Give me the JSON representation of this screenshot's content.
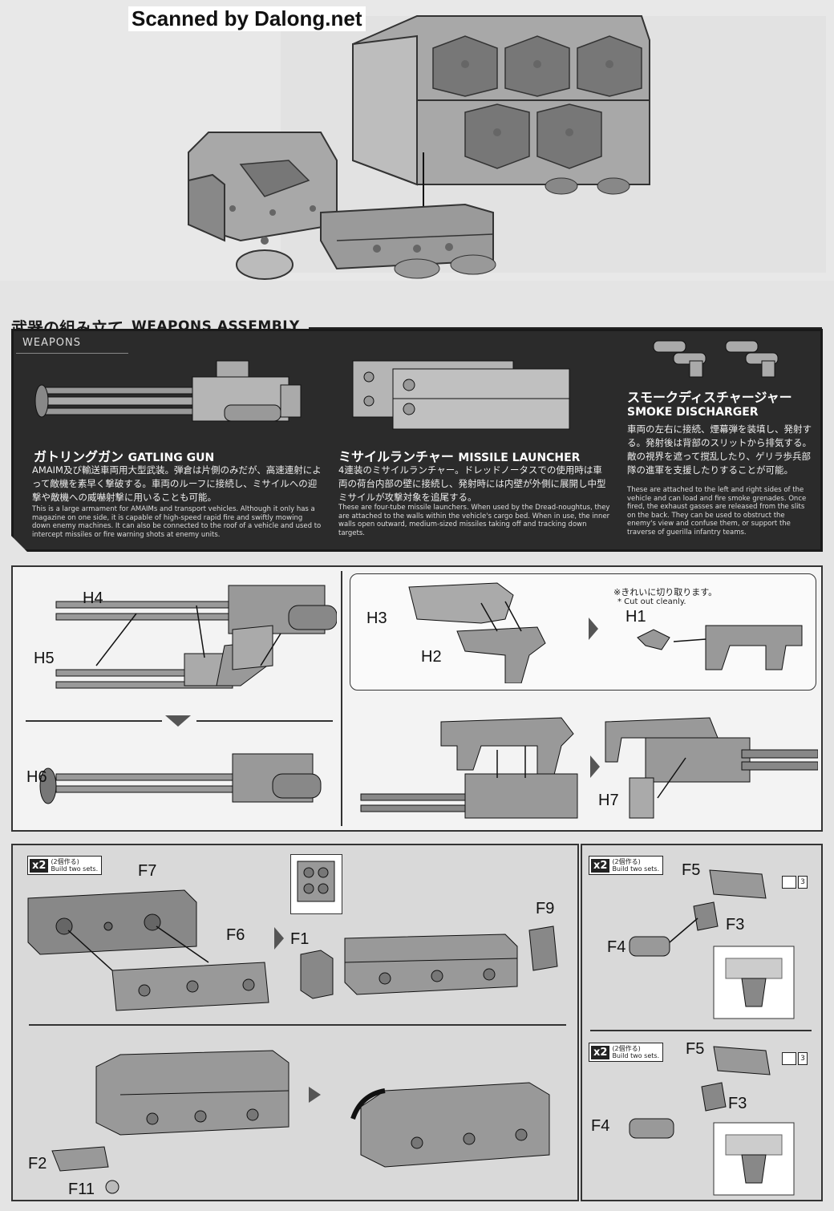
{
  "watermark": "Scanned by Dalong.net",
  "section": {
    "title_jp": "武器の組み立て",
    "title_en": "WEAPONS ASSEMBLY"
  },
  "weapons": {
    "tab_label": "WEAPONS",
    "gatling": {
      "name_jp": "ガトリングガン",
      "name_en": "GATLING GUN",
      "desc_jp": "AMAIM及び輸送車両用大型武装。弾倉は片側のみだが、高速連射によって敵機を素早く撃破する。車両のルーフに接続し、ミサイルへの迎撃や敵機への威嚇射撃に用いることも可能。",
      "desc_en": "This is a large armament for AMAIMs and transport vehicles. Although it only has a magazine on one side, it is capable of high-speed rapid fire and swiftly mowing down enemy machines. It can also be connected to the roof of a vehicle and used to intercept missiles or fire warning shots at enemy units."
    },
    "missile": {
      "name_jp": "ミサイルランチャー",
      "name_en": "MISSILE LAUNCHER",
      "desc_jp": "4連装のミサイルランチャー。ドレッドノータスでの使用時は車両の荷台内部の壁に接続し、発射時には内壁が外側に展開し中型ミサイルが攻撃対象を追尾する。",
      "desc_en": "These are four-tube missile launchers. When used by the Dread-noughtus, they are attached to the walls within the vehicle's cargo bed. When in use, the inner walls open outward, medium-sized missiles taking off and tracking down targets."
    },
    "smoke": {
      "name_jp": "スモークディスチャージャー",
      "name_en": "SMOKE DISCHARGER",
      "desc_jp": "車両の左右に接続、煙幕弾を装填し、発射する。発射後は背部のスリットから排気する。敵の視界を遮って撹乱したり、ゲリラ歩兵部隊の進軍を支援したりすることが可能。",
      "desc_en": "These are attached to the left and right sides of the vehicle and can load and fire smoke grenades. Once fired, the exhaust gasses are released from the slits on the back. They can be used to obstruct the enemy's view and confuse them, or support the traverse of guerilla infantry teams."
    }
  },
  "step_gatling": {
    "parts": {
      "h4": "H4",
      "h5": "H5",
      "h6": "H6",
      "h3": "H3",
      "h2": "H2",
      "h1": "H1",
      "h7": "H7"
    },
    "note_jp": "※きれいに切り取ります。",
    "note_en": "* Cut out cleanly."
  },
  "step_missile": {
    "x2": "x2",
    "x2_jp": "(2個作る)",
    "x2_en": "Build two sets.",
    "parts": {
      "f7": "F7",
      "f6": "F6",
      "f1": "F1",
      "f9": "F9",
      "f2": "F2",
      "f11": "F11"
    }
  },
  "step_smoke": {
    "x2": "x2",
    "x2_jp": "(2個作る)",
    "x2_en": "Build two sets.",
    "parts": {
      "f5": "F5",
      "f3": "F3",
      "f4": "F4"
    },
    "cut_count": "3"
  },
  "colors": {
    "panel_dark": "#2b2b2b",
    "part_gray": "#8a8a8a",
    "page_bg": "#e4e4e4"
  }
}
